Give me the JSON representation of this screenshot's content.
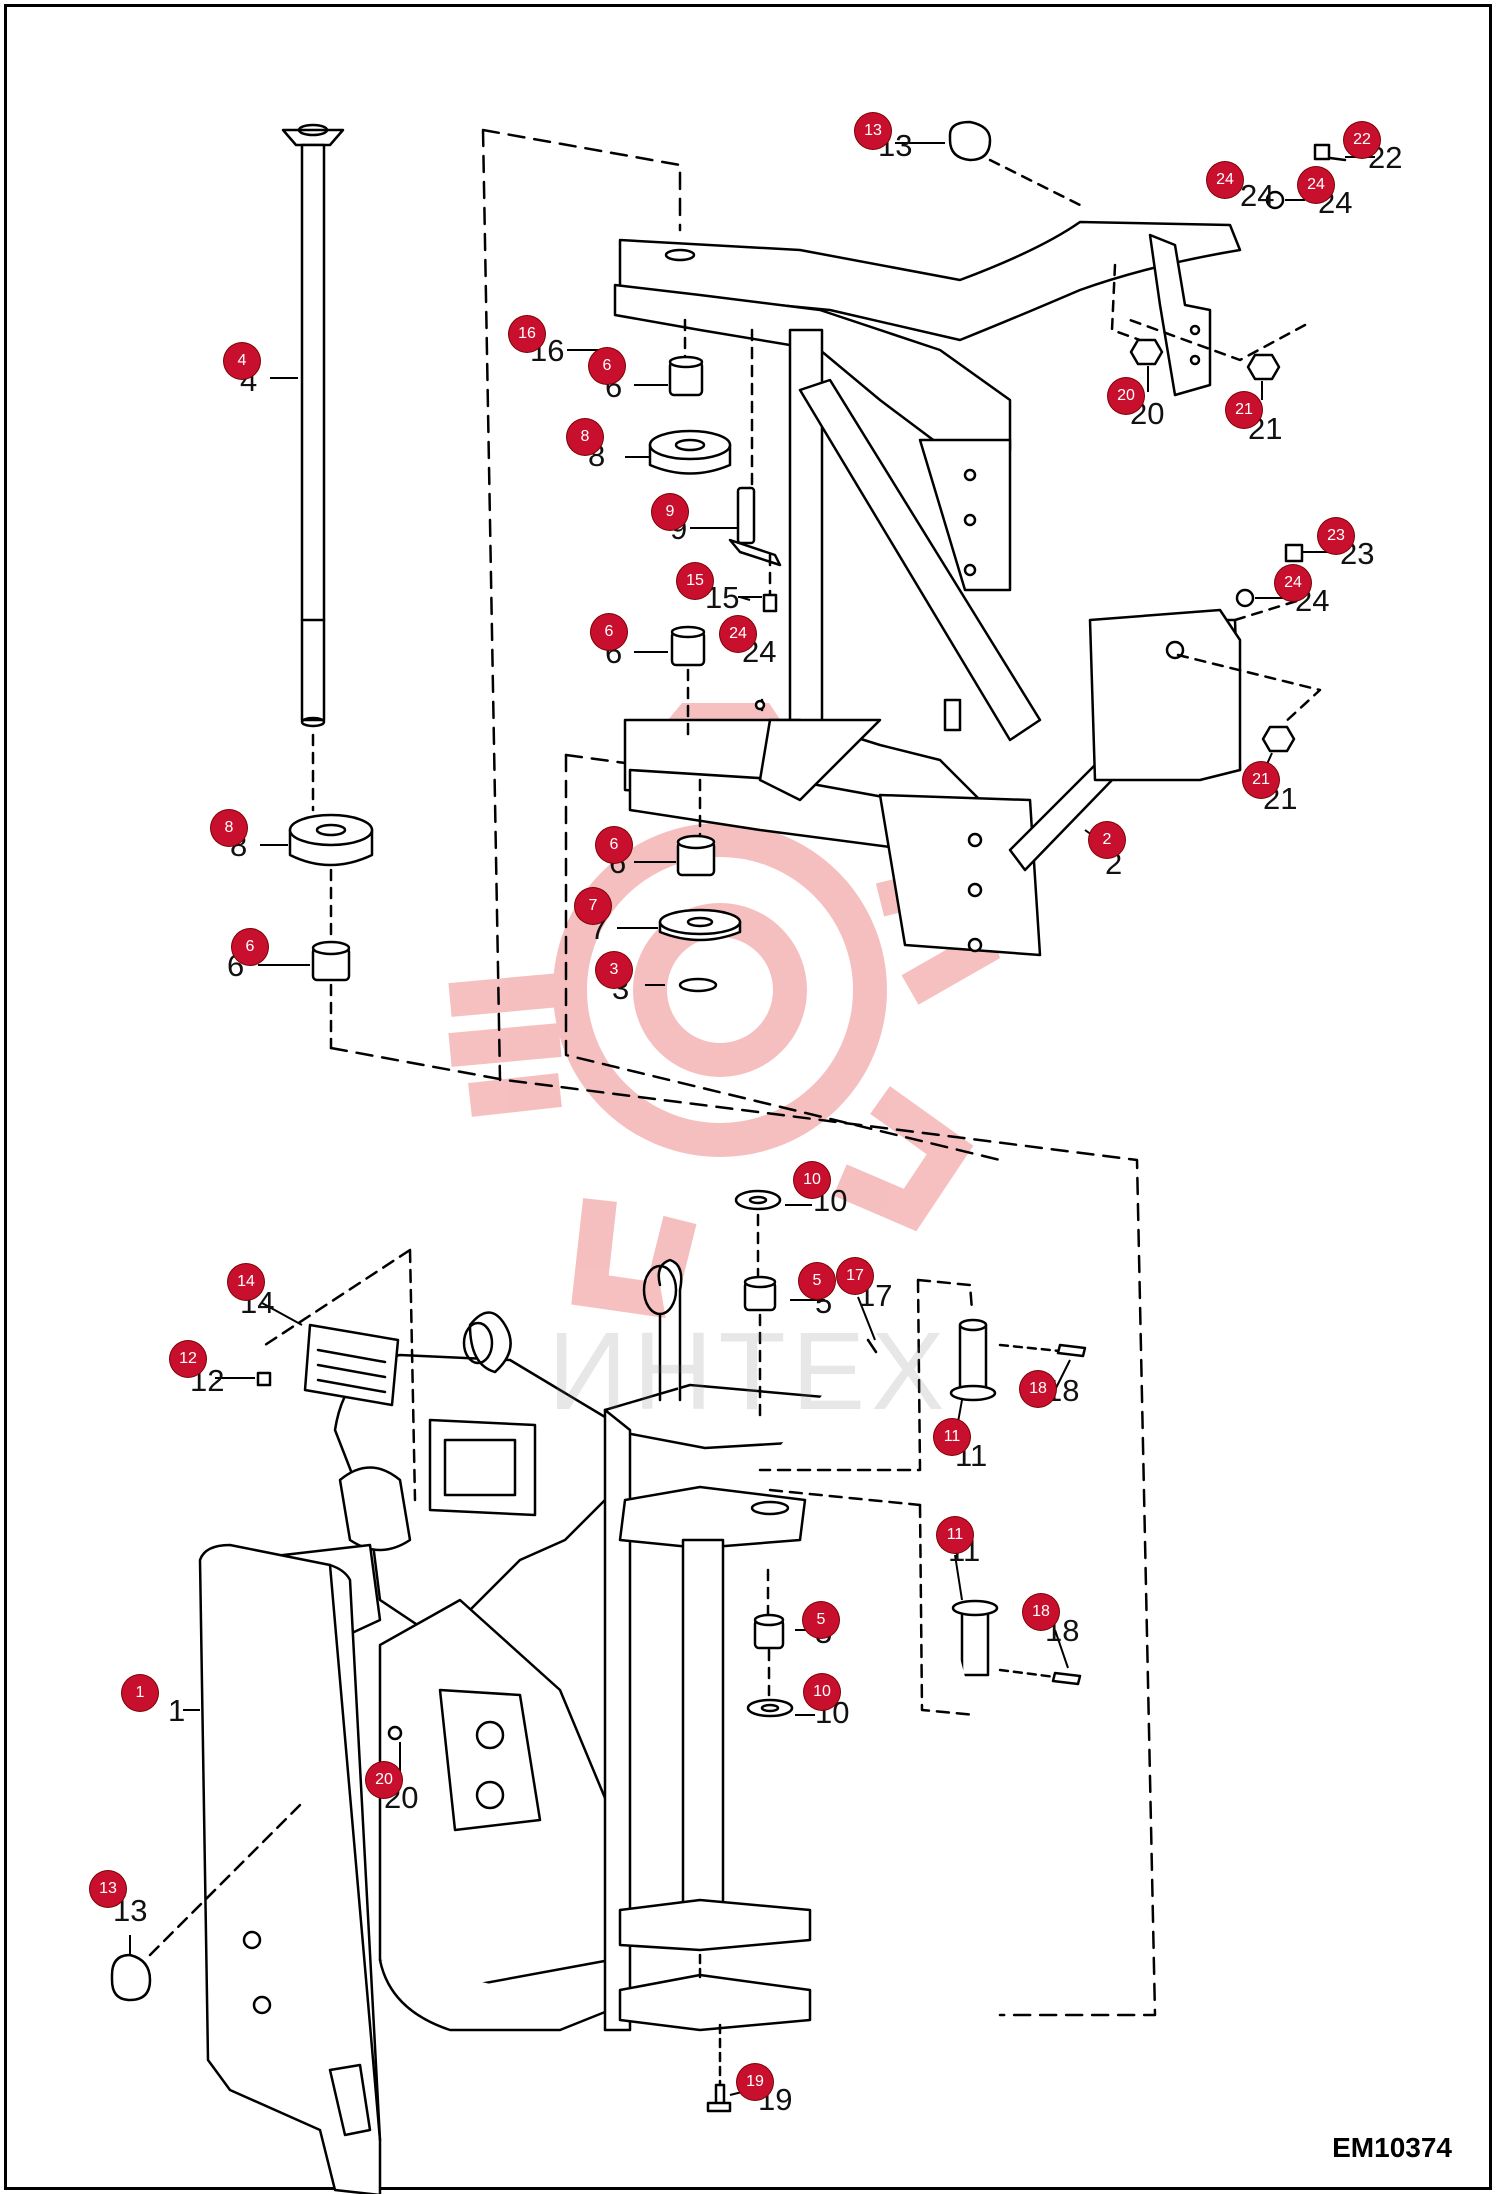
{
  "figure_code": "EM10374",
  "watermark_text": "ИНТЕХ",
  "colors": {
    "badge": "#c8102e",
    "line": "#000000",
    "watermark": "#f4b0b0"
  },
  "callouts": [
    {
      "n": "1"
    },
    {
      "n": "2"
    },
    {
      "n": "3"
    },
    {
      "n": "4"
    },
    {
      "n": "5"
    },
    {
      "n": "5"
    },
    {
      "n": "6"
    },
    {
      "n": "6"
    },
    {
      "n": "6"
    },
    {
      "n": "6"
    },
    {
      "n": "7"
    },
    {
      "n": "8"
    },
    {
      "n": "8"
    },
    {
      "n": "9"
    },
    {
      "n": "10"
    },
    {
      "n": "10"
    },
    {
      "n": "11"
    },
    {
      "n": "11"
    },
    {
      "n": "12"
    },
    {
      "n": "13"
    },
    {
      "n": "13"
    },
    {
      "n": "14"
    },
    {
      "n": "15"
    },
    {
      "n": "16"
    },
    {
      "n": "17"
    },
    {
      "n": "18"
    },
    {
      "n": "18"
    },
    {
      "n": "19"
    },
    {
      "n": "20"
    },
    {
      "n": "20"
    },
    {
      "n": "21"
    },
    {
      "n": "21"
    },
    {
      "n": "22"
    },
    {
      "n": "23"
    },
    {
      "n": "24"
    },
    {
      "n": "24"
    },
    {
      "n": "24"
    },
    {
      "n": "24"
    }
  ]
}
